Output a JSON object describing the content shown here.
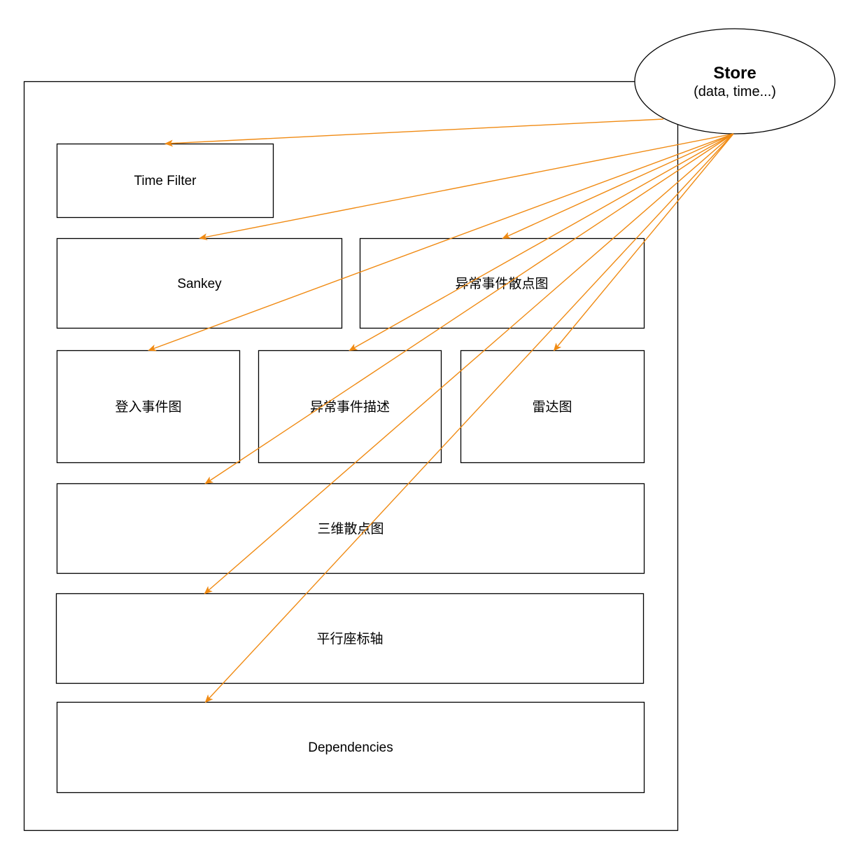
{
  "colors": {
    "arrow": "#f08a12",
    "border": "#000000",
    "background": "#ffffff"
  },
  "store": {
    "title": "Store",
    "subtitle": "(data, time...)"
  },
  "components": {
    "time_filter": "Time Filter",
    "sankey": "Sankey",
    "anomaly_scatter": "异常事件散点图",
    "login_events": "登入事件图",
    "anomaly_description": "异常事件描述",
    "radar": "雷达图",
    "scatter_3d": "三维散点图",
    "parallel_coordinates": "平行座标轴",
    "dependencies": "Dependencies"
  },
  "edges": [
    {
      "from": "store",
      "to": "time_filter"
    },
    {
      "from": "store",
      "to": "sankey"
    },
    {
      "from": "store",
      "to": "anomaly_scatter"
    },
    {
      "from": "store",
      "to": "login_events"
    },
    {
      "from": "store",
      "to": "anomaly_description"
    },
    {
      "from": "store",
      "to": "radar"
    },
    {
      "from": "store",
      "to": "scatter_3d"
    },
    {
      "from": "store",
      "to": "parallel_coordinates"
    },
    {
      "from": "store",
      "to": "dependencies"
    }
  ]
}
